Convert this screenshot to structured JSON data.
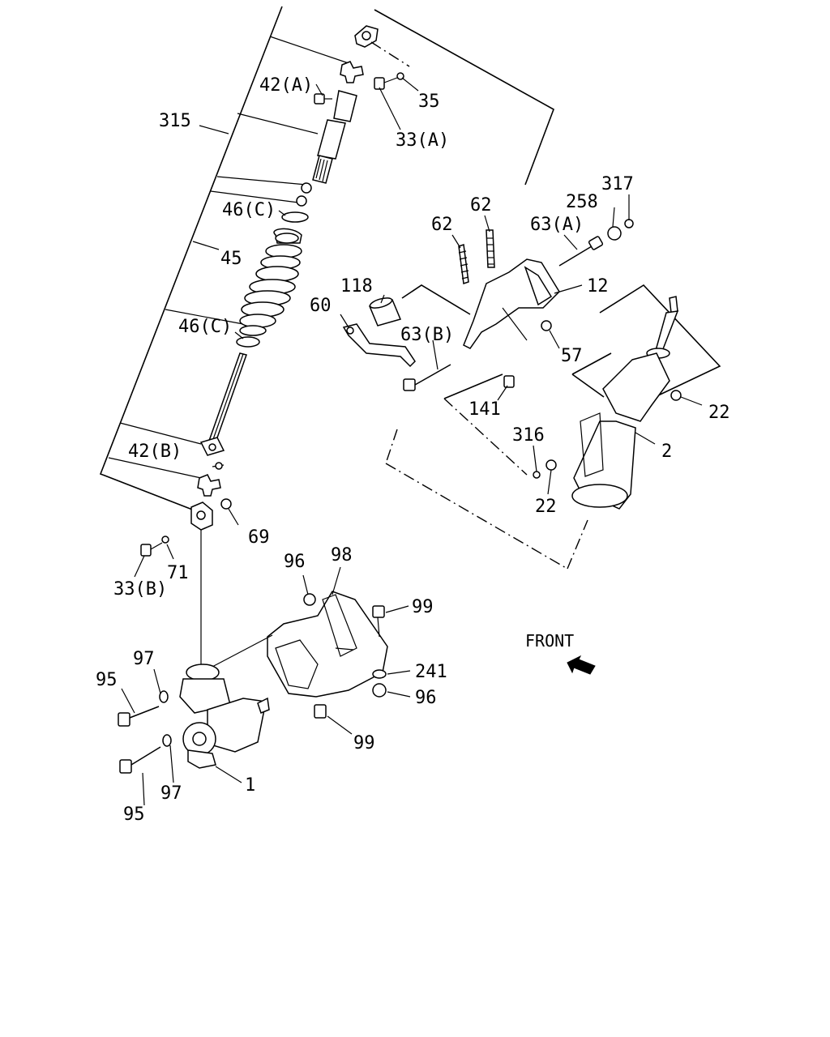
{
  "labels": {
    "l_42a": "42(A)",
    "l_35": "35",
    "l_315": "315",
    "l_33a": "33(A)",
    "l_46c_top": "46(C)",
    "l_45": "45",
    "l_46c_bot": "46(C)",
    "l_42b": "42(B)",
    "l_69": "69",
    "l_33b": "33(B)",
    "l_71": "71",
    "l_62a": "62",
    "l_62b": "62",
    "l_258": "258",
    "l_317": "317",
    "l_63a": "63(A)",
    "l_118": "118",
    "l_12": "12",
    "l_60": "60",
    "l_63b": "63(B)",
    "l_57": "57",
    "l_141": "141",
    "l_22a": "22",
    "l_316": "316",
    "l_2": "2",
    "l_22b": "22",
    "l_96a": "96",
    "l_98": "98",
    "l_99a": "99",
    "l_97a": "97",
    "l_241": "241",
    "l_95a": "95",
    "l_96b": "96",
    "l_99b": "99",
    "l_1": "1",
    "l_97b": "97",
    "l_95b": "95",
    "front": "FRONT"
  }
}
